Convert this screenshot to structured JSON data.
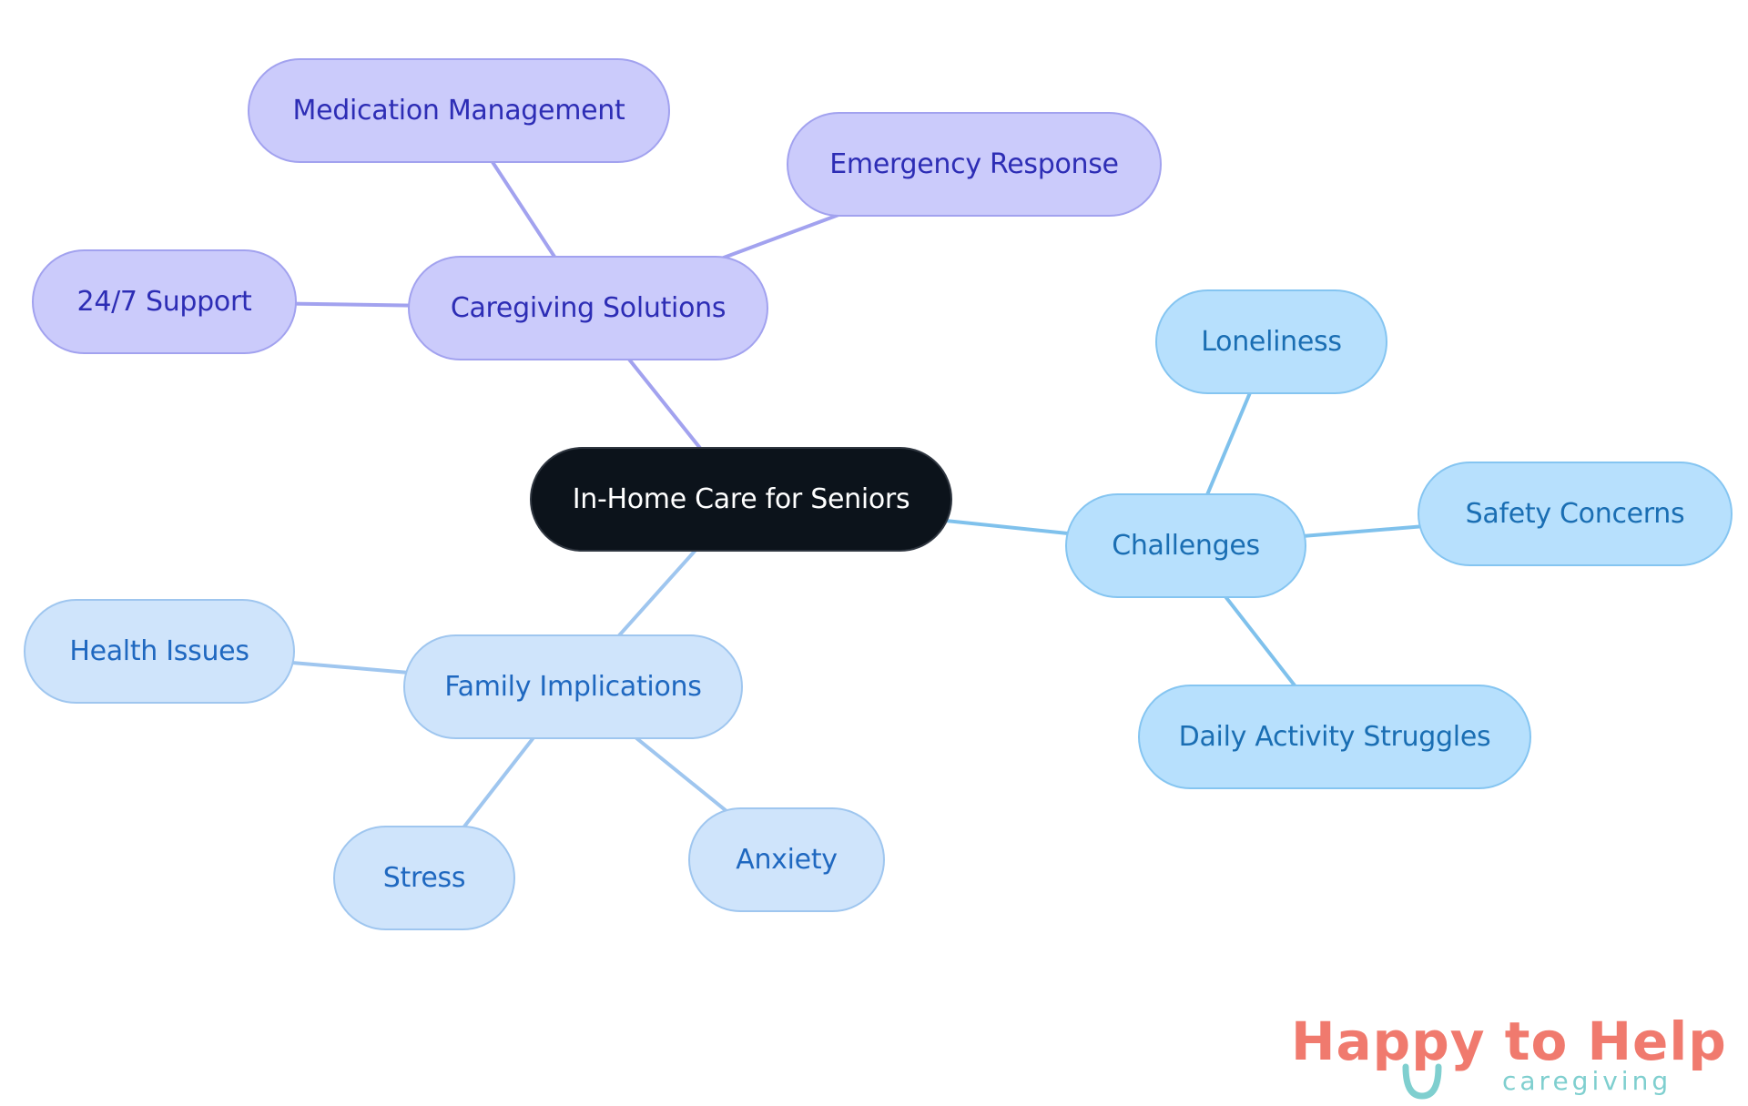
{
  "diagram": {
    "root": {
      "id": "root",
      "label": "In-Home Care for Seniors",
      "style": "root"
    },
    "branches": [
      {
        "id": "caregiving",
        "label": "Caregiving Solutions",
        "style": "purple",
        "color": "#a2a2ef",
        "children": [
          {
            "id": "medication",
            "label": "Medication Management"
          },
          {
            "id": "emergency",
            "label": "Emergency Response"
          },
          {
            "id": "support",
            "label": "24/7 Support"
          }
        ]
      },
      {
        "id": "challenges",
        "label": "Challenges",
        "style": "cyan",
        "color": "#7fc1ec",
        "children": [
          {
            "id": "loneliness",
            "label": "Loneliness"
          },
          {
            "id": "safety",
            "label": "Safety Concerns"
          },
          {
            "id": "daily",
            "label": "Daily Activity Struggles"
          }
        ]
      },
      {
        "id": "family",
        "label": "Family Implications",
        "style": "lightblue",
        "color": "#9fc6ef",
        "children": [
          {
            "id": "health",
            "label": "Health Issues"
          },
          {
            "id": "stress",
            "label": "Stress"
          },
          {
            "id": "anxiety",
            "label": "Anxiety"
          }
        ]
      }
    ]
  },
  "logo": {
    "title": "Happy to Help",
    "subtitle": "caregiving",
    "title_color": "#f07a6e",
    "accent_color": "#7fcfcf"
  }
}
